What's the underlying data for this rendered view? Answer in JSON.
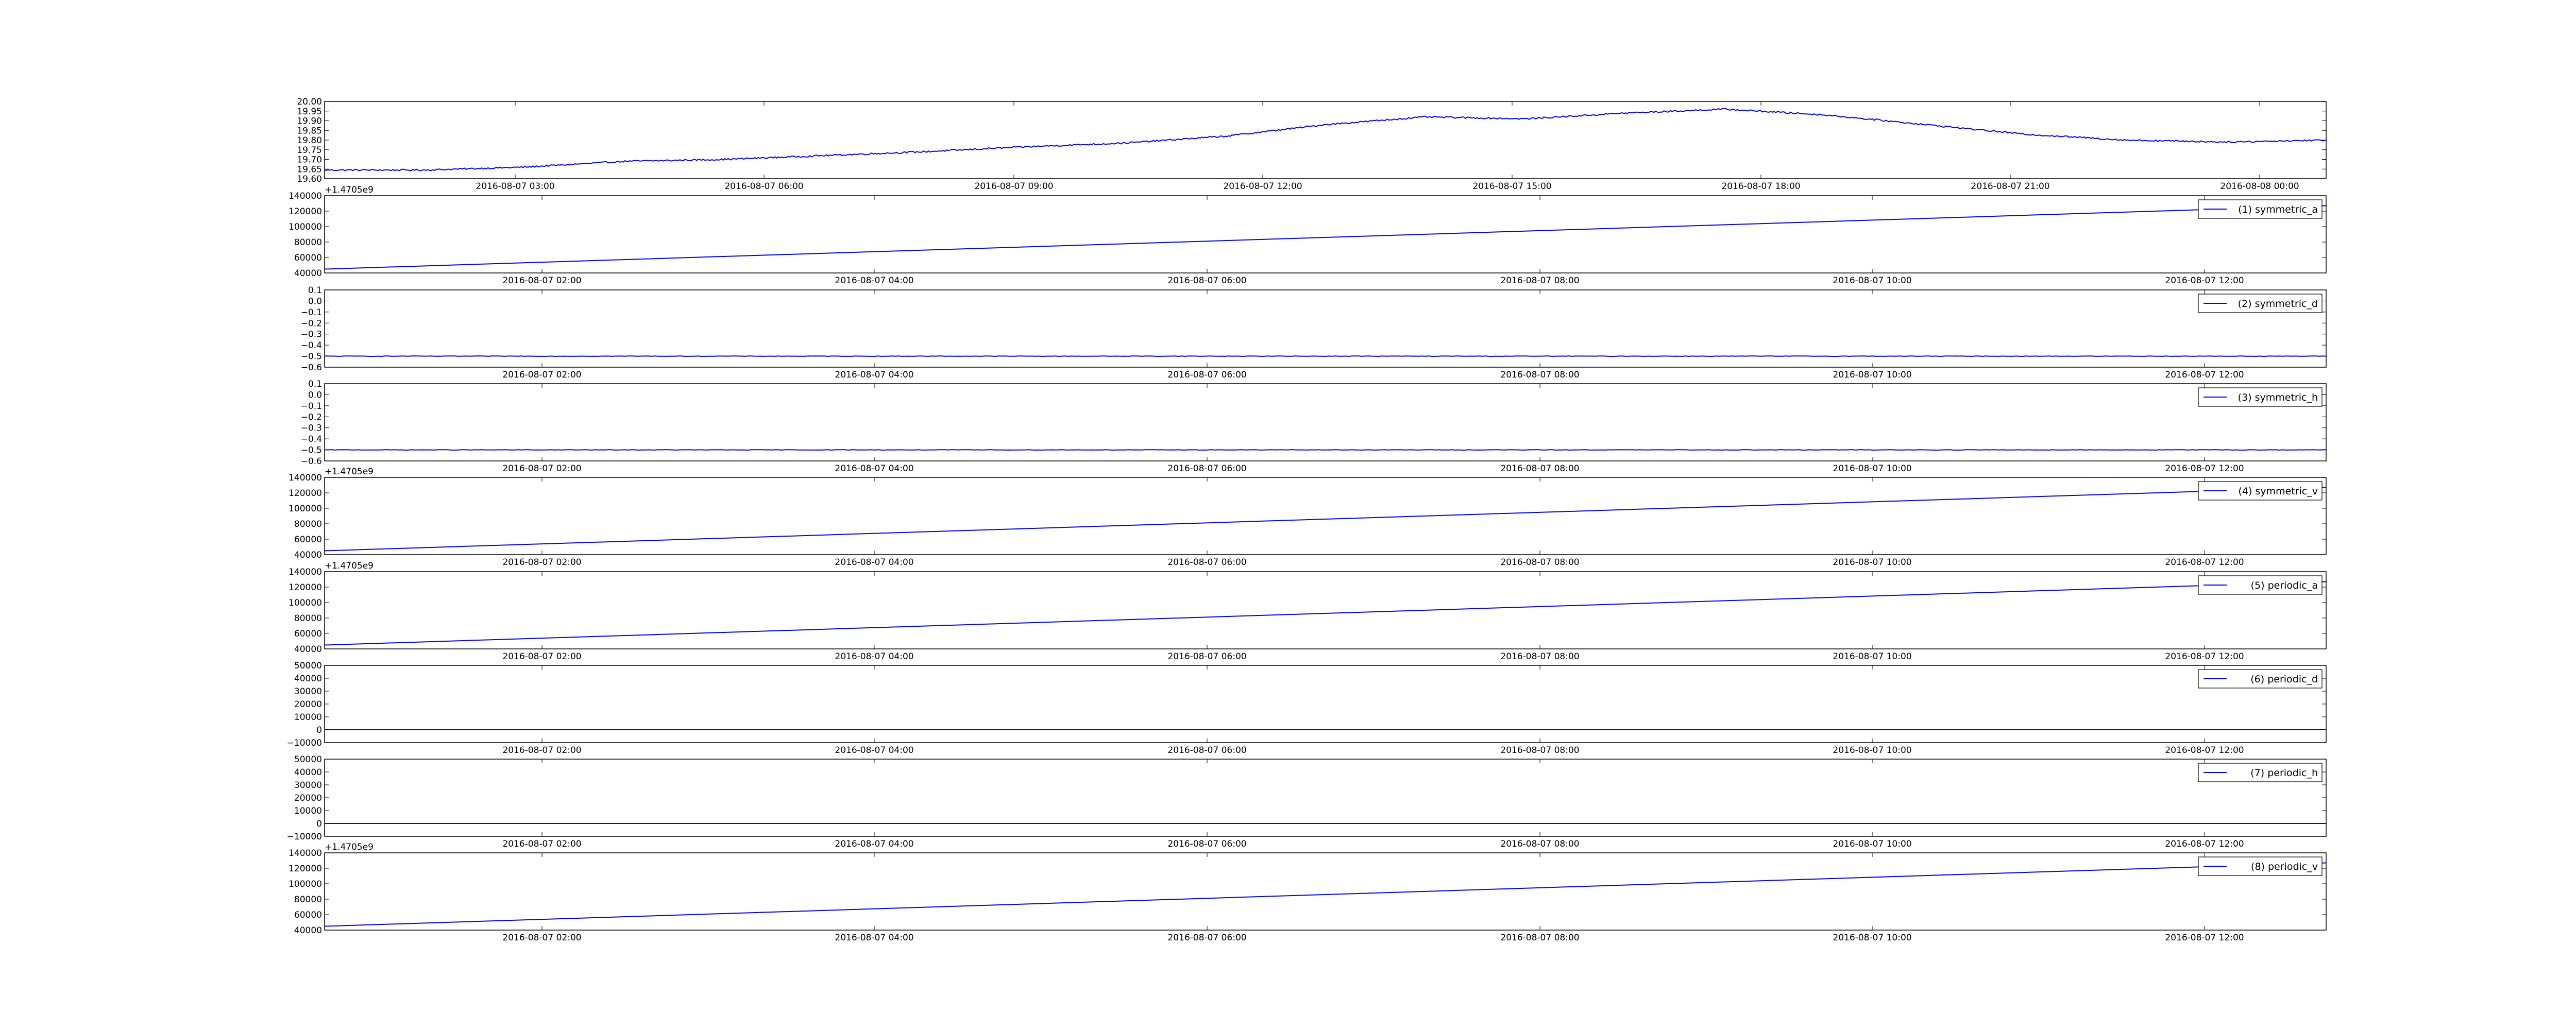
{
  "chart_data": [
    {
      "type": "line",
      "series": [
        {
          "values": [
            19.645,
            19.645,
            19.66,
            19.69,
            19.7,
            19.72,
            19.74,
            19.765,
            19.785,
            19.82,
            19.88,
            19.92,
            19.91,
            19.94,
            19.96,
            19.93,
            19.88,
            19.83,
            19.8,
            19.79,
            19.8
          ]
        }
      ],
      "x_range": [
        "2016-08-07 01:10",
        "2016-08-08 01:20"
      ],
      "x_ticks": [
        "2016-08-07 03:00",
        "2016-08-07 06:00",
        "2016-08-07 09:00",
        "2016-08-07 12:00",
        "2016-08-07 15:00",
        "2016-08-07 18:00",
        "2016-08-07 21:00",
        "2016-08-08 00:00"
      ],
      "ylim": [
        19.6,
        20.0
      ],
      "y_ticks": [
        "19.60",
        "19.65",
        "19.70",
        "19.75",
        "19.80",
        "19.85",
        "19.90",
        "19.95",
        "20.00"
      ],
      "noise": 0.004,
      "color": "#0000ff",
      "offset_text": "",
      "legend": ""
    },
    {
      "type": "line",
      "series": [
        {
          "name": "(1) symmetric_a",
          "x": [
            0,
            1
          ],
          "y": [
            45000,
            127000
          ]
        }
      ],
      "x_ticks": [
        "2016-08-07 02:00",
        "2016-08-07 04:00",
        "2016-08-07 06:00",
        "2016-08-07 08:00",
        "2016-08-07 10:00",
        "2016-08-07 12:00"
      ],
      "ylim": [
        40000,
        140000
      ],
      "y_ticks": [
        "40000",
        "60000",
        "80000",
        "100000",
        "120000",
        "140000"
      ],
      "noise": 0,
      "color": "#0000ff",
      "offset_text": "+1.4705e9",
      "legend": "(1) symmetric_a"
    },
    {
      "type": "line",
      "series": [
        {
          "name": "(2) symmetric_d",
          "x": [
            0,
            1
          ],
          "y": [
            -0.5,
            -0.5
          ]
        }
      ],
      "x_ticks": [
        "2016-08-07 02:00",
        "2016-08-07 04:00",
        "2016-08-07 06:00",
        "2016-08-07 08:00",
        "2016-08-07 10:00",
        "2016-08-07 12:00"
      ],
      "ylim": [
        -0.6,
        0.1
      ],
      "y_ticks": [
        "−0.6",
        "−0.5",
        "−0.4",
        "−0.3",
        "−0.2",
        "−0.1",
        "0.0",
        "0.1"
      ],
      "noise": 0.002,
      "color": "#0000ff",
      "offset_text": "",
      "legend": "(2) symmetric_d"
    },
    {
      "type": "line",
      "series": [
        {
          "name": "(3) symmetric_h",
          "x": [
            0,
            1
          ],
          "y": [
            -0.5,
            -0.5
          ]
        }
      ],
      "x_ticks": [
        "2016-08-07 02:00",
        "2016-08-07 04:00",
        "2016-08-07 06:00",
        "2016-08-07 08:00",
        "2016-08-07 10:00",
        "2016-08-07 12:00"
      ],
      "ylim": [
        -0.6,
        0.1
      ],
      "y_ticks": [
        "−0.6",
        "−0.5",
        "−0.4",
        "−0.3",
        "−0.2",
        "−0.1",
        "0.0",
        "0.1"
      ],
      "noise": 0.002,
      "color": "#0000ff",
      "offset_text": "",
      "legend": "(3) symmetric_h"
    },
    {
      "type": "line",
      "series": [
        {
          "name": "(4) symmetric_v",
          "x": [
            0,
            1
          ],
          "y": [
            45000,
            127000
          ]
        }
      ],
      "x_ticks": [
        "2016-08-07 02:00",
        "2016-08-07 04:00",
        "2016-08-07 06:00",
        "2016-08-07 08:00",
        "2016-08-07 10:00",
        "2016-08-07 12:00"
      ],
      "ylim": [
        40000,
        140000
      ],
      "y_ticks": [
        "40000",
        "60000",
        "80000",
        "100000",
        "120000",
        "140000"
      ],
      "noise": 0,
      "color": "#0000ff",
      "offset_text": "+1.4705e9",
      "legend": "(4) symmetric_v"
    },
    {
      "type": "line",
      "series": [
        {
          "name": "(5) periodic_a",
          "x": [
            0,
            1
          ],
          "y": [
            45000,
            127000
          ]
        }
      ],
      "x_ticks": [
        "2016-08-07 02:00",
        "2016-08-07 04:00",
        "2016-08-07 06:00",
        "2016-08-07 08:00",
        "2016-08-07 10:00",
        "2016-08-07 12:00"
      ],
      "ylim": [
        40000,
        140000
      ],
      "y_ticks": [
        "40000",
        "60000",
        "80000",
        "100000",
        "120000",
        "140000"
      ],
      "noise": 0,
      "color": "#0000ff",
      "offset_text": "+1.4705e9",
      "legend": "(5) periodic_a"
    },
    {
      "type": "line",
      "series": [
        {
          "name": "(6) periodic_d",
          "x": [
            0,
            1
          ],
          "y": [
            0,
            0
          ]
        }
      ],
      "x_ticks": [
        "2016-08-07 02:00",
        "2016-08-07 04:00",
        "2016-08-07 06:00",
        "2016-08-07 08:00",
        "2016-08-07 10:00",
        "2016-08-07 12:00"
      ],
      "ylim": [
        -10000,
        50000
      ],
      "y_ticks": [
        "−10000",
        "0",
        "10000",
        "20000",
        "30000",
        "40000",
        "50000"
      ],
      "noise": 0,
      "color": "#0000ff",
      "offset_text": "",
      "legend": "(6) periodic_d"
    },
    {
      "type": "line",
      "series": [
        {
          "name": "(7) periodic_h",
          "x": [
            0,
            1
          ],
          "y": [
            0,
            0
          ]
        }
      ],
      "x_ticks": [
        "2016-08-07 02:00",
        "2016-08-07 04:00",
        "2016-08-07 06:00",
        "2016-08-07 08:00",
        "2016-08-07 10:00",
        "2016-08-07 12:00"
      ],
      "ylim": [
        -10000,
        50000
      ],
      "y_ticks": [
        "−10000",
        "0",
        "10000",
        "20000",
        "30000",
        "40000",
        "50000"
      ],
      "noise": 0,
      "color": "#0000ff",
      "offset_text": "",
      "legend": "(7) periodic_h"
    },
    {
      "type": "line",
      "series": [
        {
          "name": "(8) periodic_v",
          "x": [
            0,
            1
          ],
          "y": [
            45000,
            127000
          ]
        }
      ],
      "x_ticks": [
        "2016-08-07 02:00",
        "2016-08-07 04:00",
        "2016-08-07 06:00",
        "2016-08-07 08:00",
        "2016-08-07 10:00",
        "2016-08-07 12:00"
      ],
      "ylim": [
        40000,
        140000
      ],
      "y_ticks": [
        "40000",
        "60000",
        "80000",
        "100000",
        "120000",
        "140000"
      ],
      "noise": 0,
      "color": "#0000ff",
      "offset_text": "+1.4705e9",
      "legend": "(8) periodic_v"
    }
  ]
}
